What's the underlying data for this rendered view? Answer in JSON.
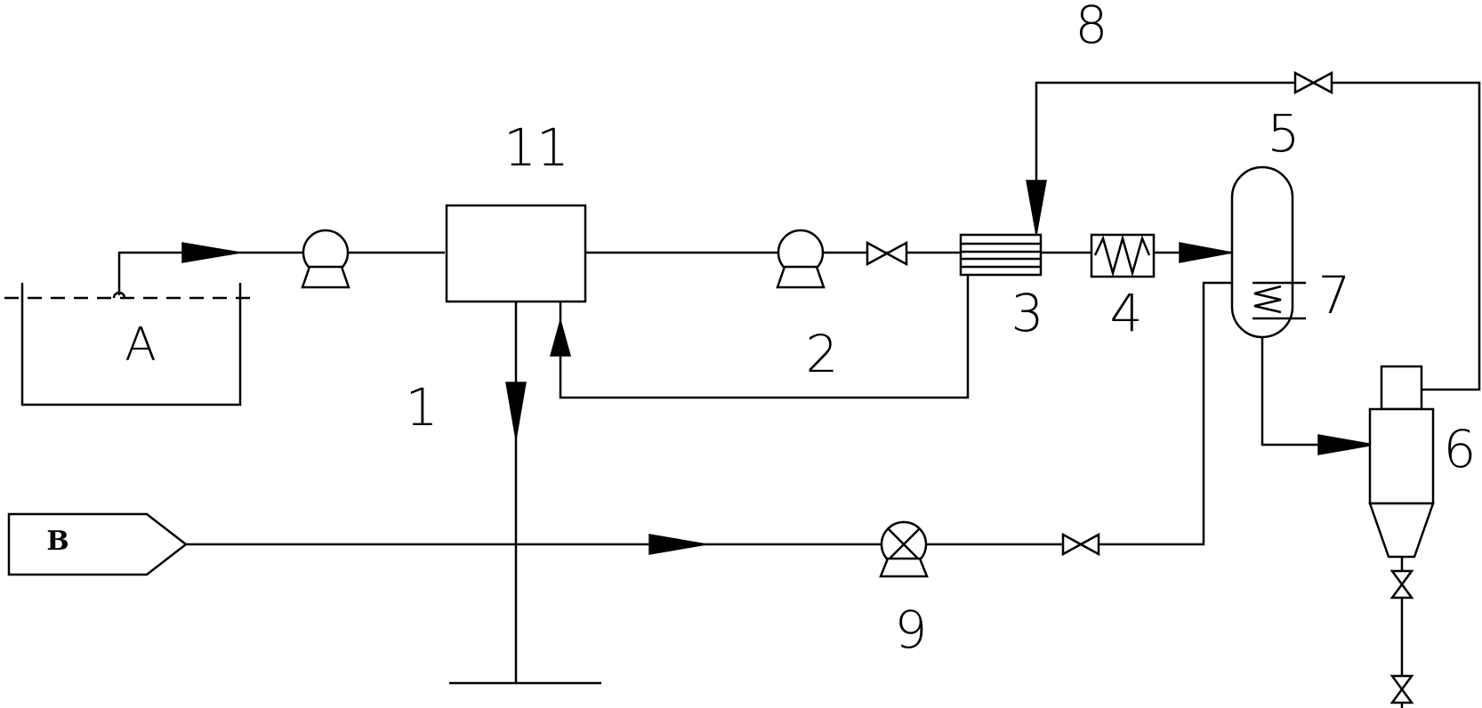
{
  "labels": {
    "source_a": "A",
    "source_b": "B",
    "item_1": "1",
    "item_2": "2",
    "item_3": "3",
    "item_4": "4",
    "item_5": "5",
    "item_6": "6",
    "item_7": "7",
    "item_8": "8",
    "item_9": "9",
    "item_11": "11"
  }
}
